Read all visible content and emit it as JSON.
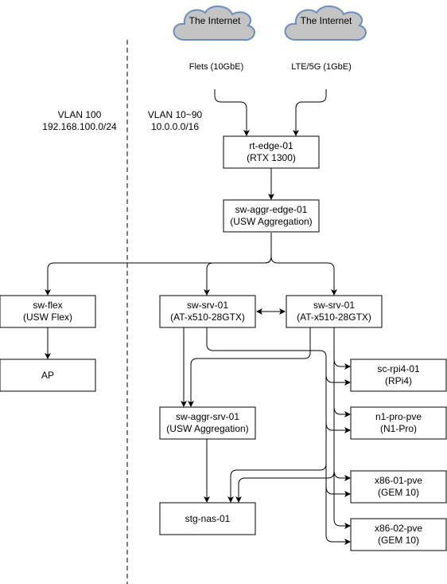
{
  "zones": {
    "left": {
      "name": "VLAN 100",
      "subnet": "192.168.100.0/24"
    },
    "right": {
      "name": "VLAN 10~90",
      "subnet": "10.0.0.0/16"
    }
  },
  "clouds": {
    "internet_a": "The Internet",
    "internet_b": "The Internet"
  },
  "uplinks": {
    "flets": "Flets (10GbE)",
    "lte": "LTE/5G (1GbE)"
  },
  "nodes": {
    "rt_edge_01": {
      "line1": "rt-edge-01",
      "line2": "(RTX 1300)"
    },
    "sw_aggr_edge_01": {
      "line1": "sw-aggr-edge-01",
      "line2": "(USW Aggregation)"
    },
    "sw_flex": {
      "line1": "sw-flex",
      "line2": "(USW Flex)"
    },
    "ap": {
      "line1": "AP"
    },
    "sw_srv_01_a": {
      "line1": "sw-srv-01",
      "line2": "(AT-x510-28GTX)"
    },
    "sw_srv_01_b": {
      "line1": "sw-srv-01",
      "line2": "(AT-x510-28GTX)"
    },
    "sw_aggr_srv_01": {
      "line1": "sw-aggr-srv-01",
      "line2": "(USW Aggregation)"
    },
    "stg_nas_01": {
      "line1": "stg-nas-01"
    },
    "sc_rpi4_01": {
      "line1": "sc-rpi4-01",
      "line2": "(RPi4)"
    },
    "n1_pro_pve": {
      "line1": "n1-pro-pve",
      "line2": "(N1-Pro)"
    },
    "x86_01_pve": {
      "line1": "x86-01-pve",
      "line2": "(GEM 10)"
    },
    "x86_02_pve": {
      "line1": "x86-02-pve",
      "line2": "(GEM 10)"
    }
  },
  "colors": {
    "cloud_fill": "#c4c4c4",
    "cloud_stroke": "#6c8ebf",
    "line": "#000000",
    "box_fill": "#ffffff"
  }
}
